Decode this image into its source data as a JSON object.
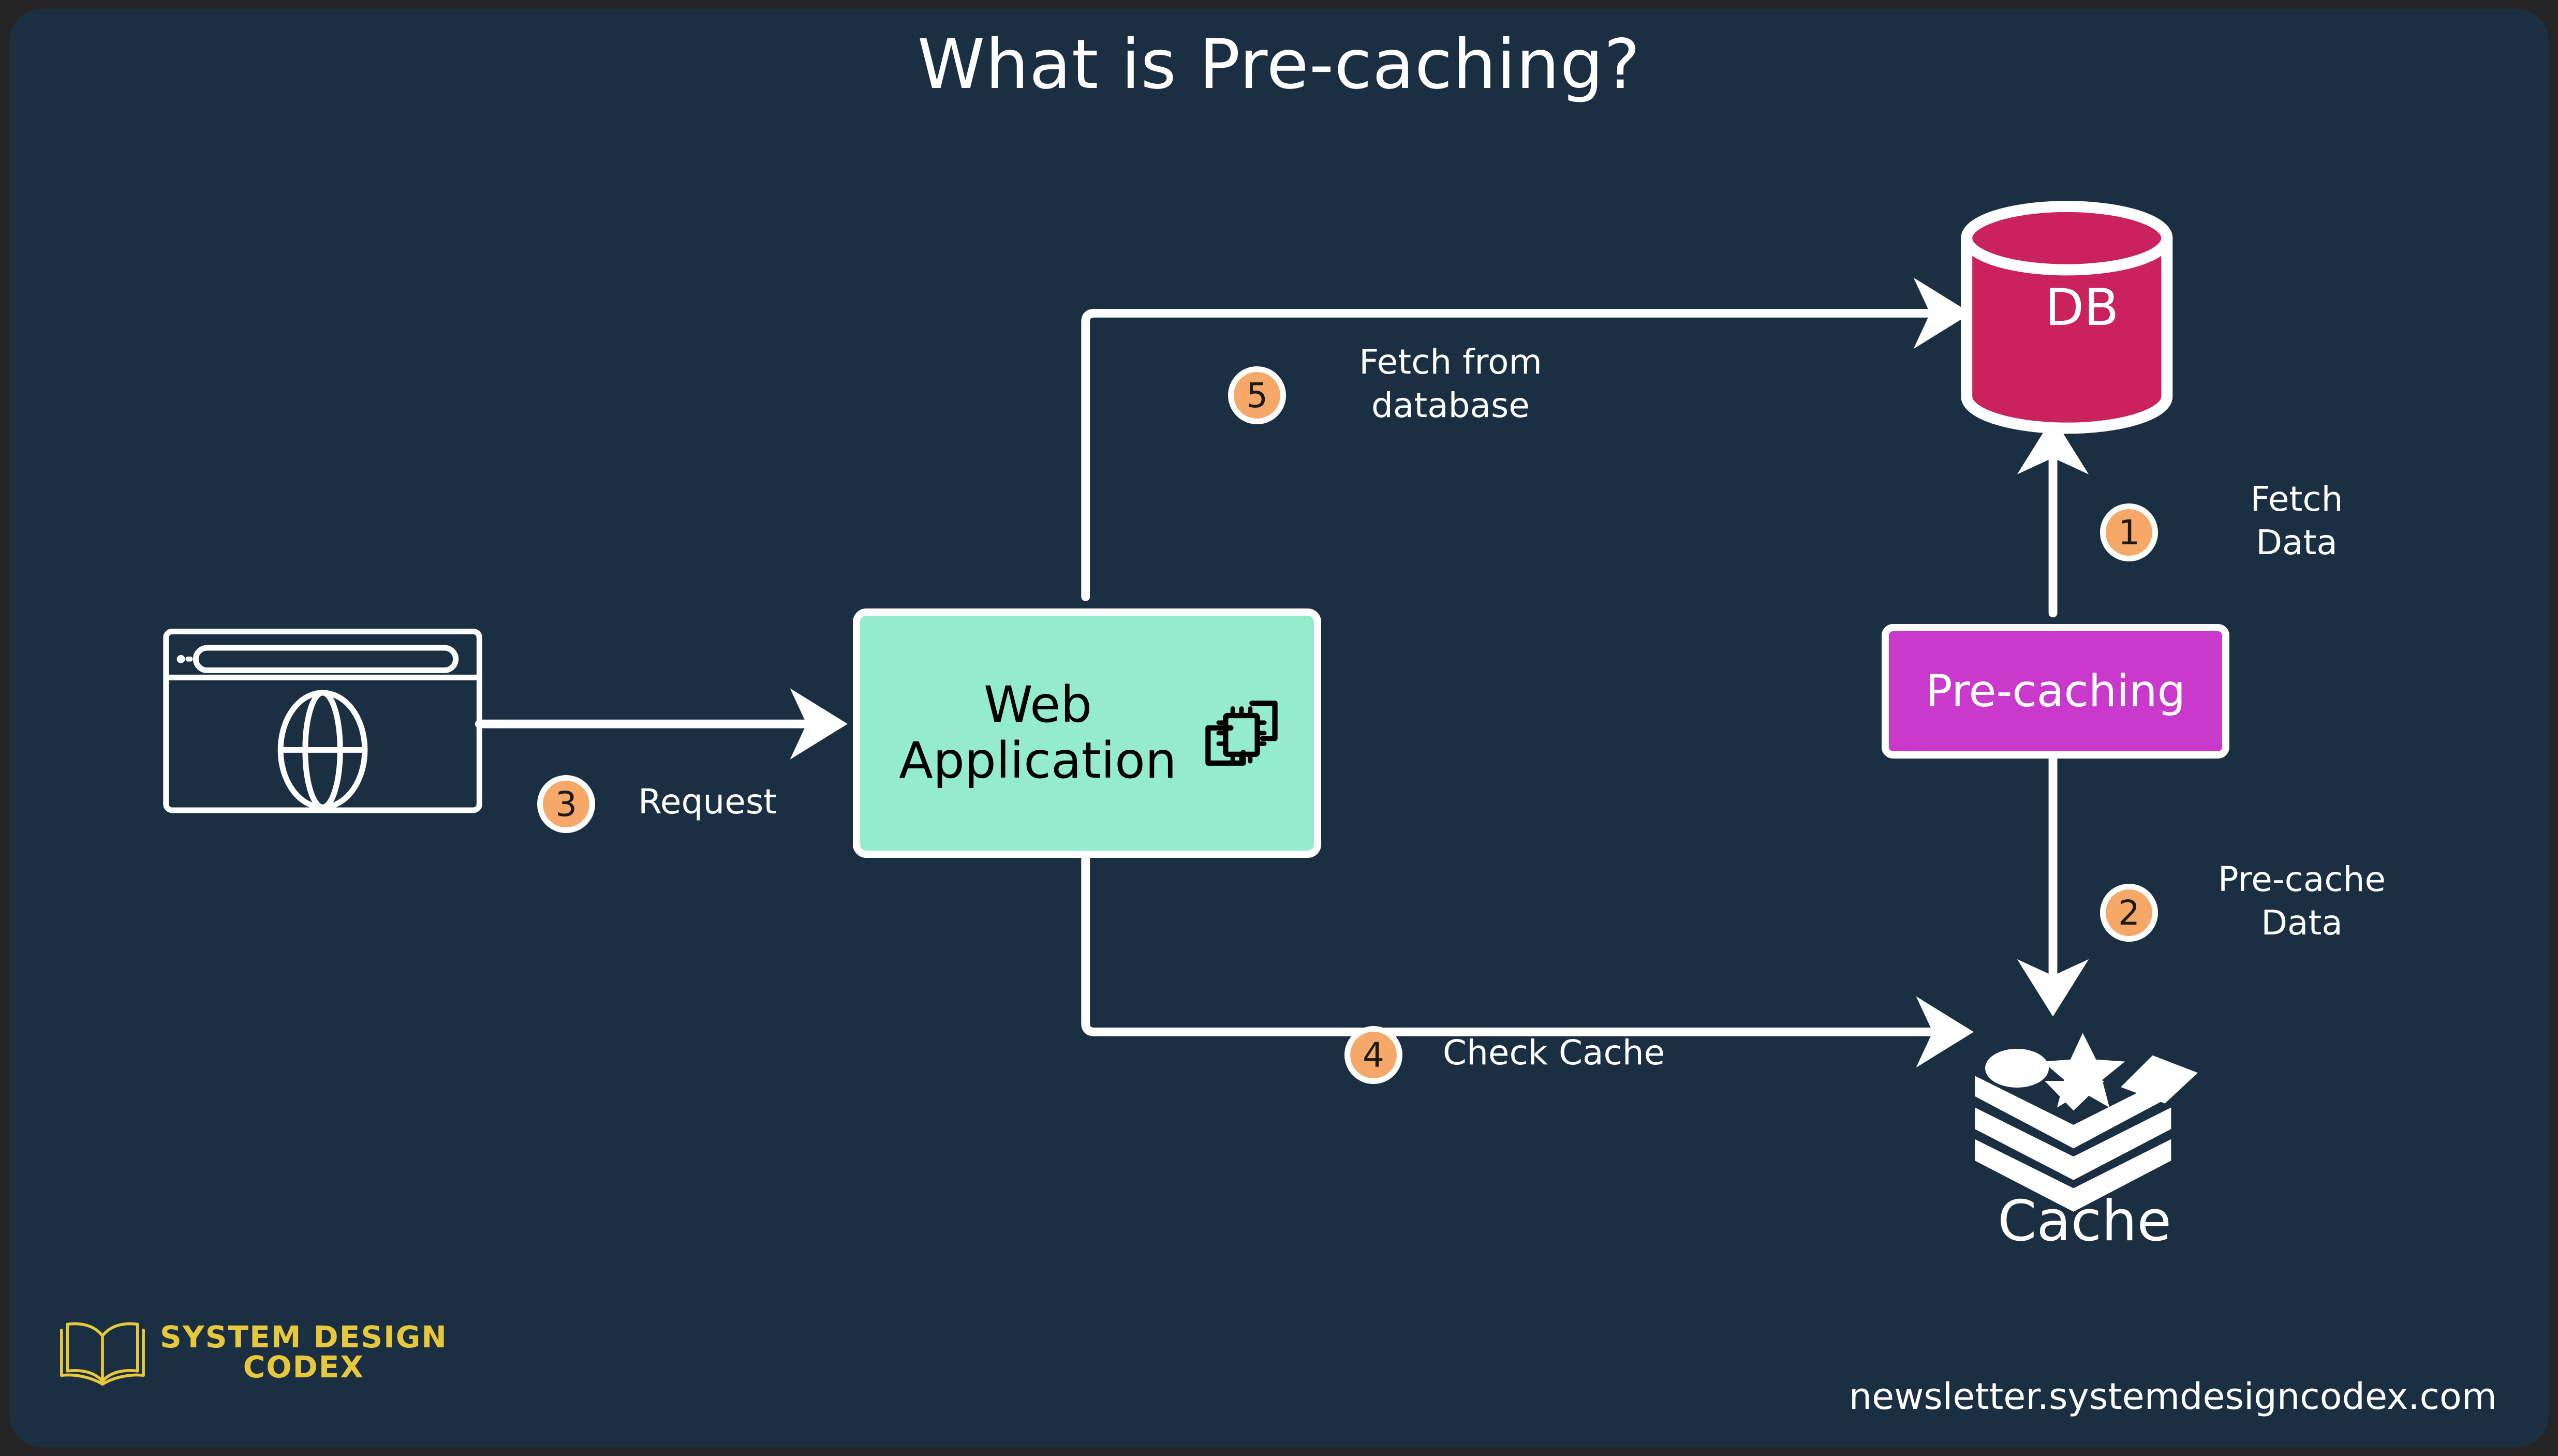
{
  "title": "What is Pre-caching?",
  "theme": {
    "background": "#1B2F42",
    "frame": "#242424",
    "stroke": "#FFFFFF",
    "badge_fill": "#F5A867",
    "badge_text": "#1A1A1A",
    "webapp_fill": "#95EBCD",
    "precaching_fill": "#C93ACC",
    "db_fill": "#C9225C",
    "logo_gold": "#E7C83C"
  },
  "nodes": {
    "browser": {
      "name": "browser-window",
      "icon": "globe-icon"
    },
    "webapp": {
      "label": "Web\nApplication",
      "icon": "microchip-icon"
    },
    "database": {
      "label": "DB",
      "icon": "database-cylinder-icon"
    },
    "precaching": {
      "label": "Pre-caching"
    },
    "cache": {
      "label": "Cache",
      "icon": "cache-stack-icon"
    }
  },
  "steps": [
    {
      "number": "1",
      "label": "Fetch\nData",
      "from": "precaching",
      "to": "database"
    },
    {
      "number": "2",
      "label": "Pre-cache\nData",
      "from": "precaching",
      "to": "cache"
    },
    {
      "number": "3",
      "label": "Request",
      "from": "browser",
      "to": "webapp"
    },
    {
      "number": "4",
      "label": "Check Cache",
      "from": "webapp",
      "to": "cache"
    },
    {
      "number": "5",
      "label": "Fetch from\ndatabase",
      "from": "webapp",
      "to": "database"
    }
  ],
  "footer": {
    "logo_line1": "SYSTEM DESIGN",
    "logo_line2": "CODEX",
    "logo_icon": "open-book-icon",
    "newsletter": "newsletter.systemdesigncodex.com"
  }
}
